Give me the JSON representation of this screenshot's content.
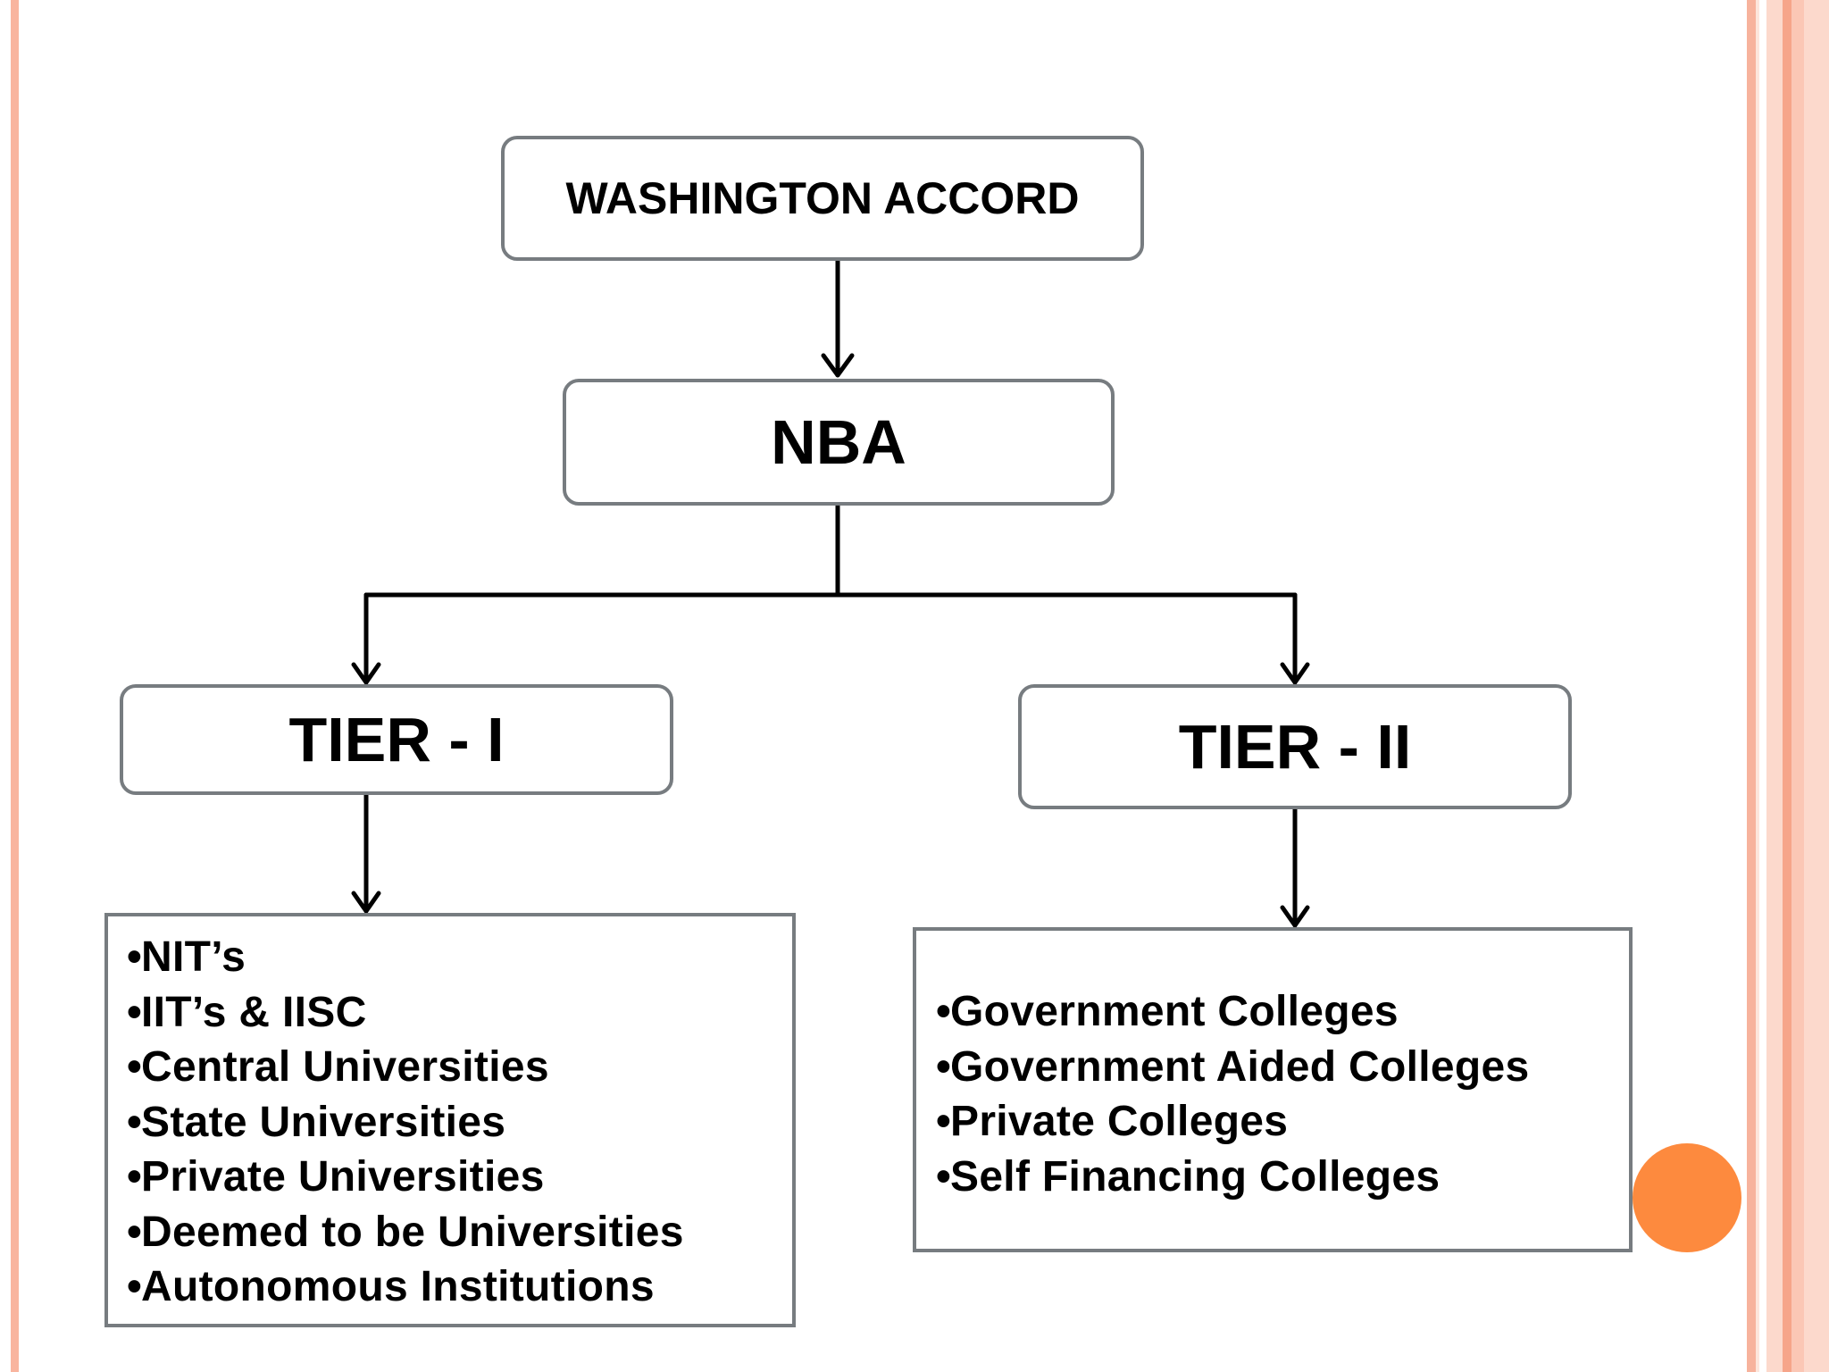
{
  "diagram": {
    "root": {
      "label": "WASHINGTON ACCORD"
    },
    "level2": {
      "label": "NBA"
    },
    "tiers": [
      {
        "label": "TIER - I",
        "items": [
          "NIT’s",
          "IIT’s & IISC",
          "Central Universities",
          "State Universities",
          "Private Universities",
          "Deemed to be Universities",
          "Autonomous Institutions"
        ]
      },
      {
        "label": "TIER - II",
        "items": [
          "Government Colleges",
          "Government Aided Colleges",
          "Private Colleges",
          "Self Financing Colleges"
        ]
      }
    ],
    "bullet": "•"
  },
  "colors": {
    "border": "#777c80",
    "connector": "#000000",
    "accent_dot": "#fd8a3e",
    "stripe_light": "#fcd9cc",
    "stripe_mid": "#f9b59f",
    "stripe_dark": "#f6a58a"
  }
}
